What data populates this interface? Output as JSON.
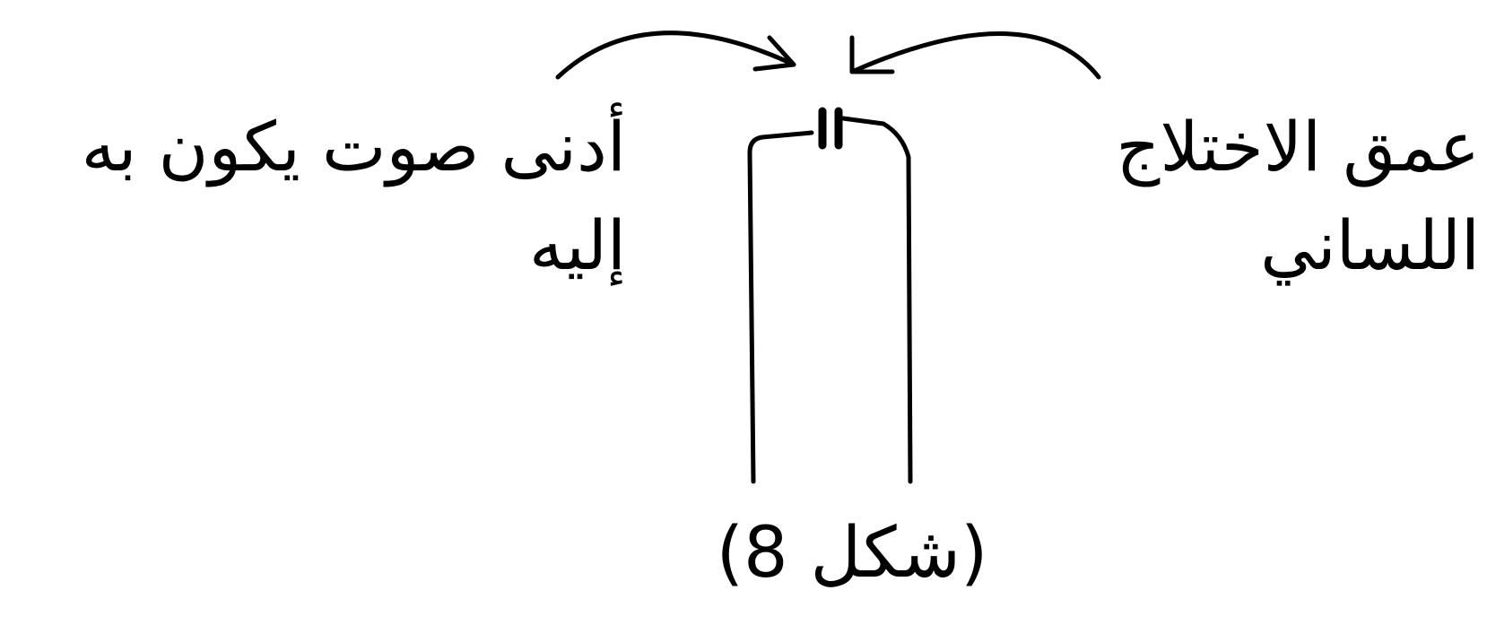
{
  "labels": {
    "right_line1": "عمق الاختلاج",
    "right_line2": "اللساني",
    "left_line1": "أدنى صوت يكون به",
    "left_line2": "إليه"
  },
  "caption": "(شكل 8)",
  "colors": {
    "ink": "#000000",
    "background": "#ffffff"
  }
}
